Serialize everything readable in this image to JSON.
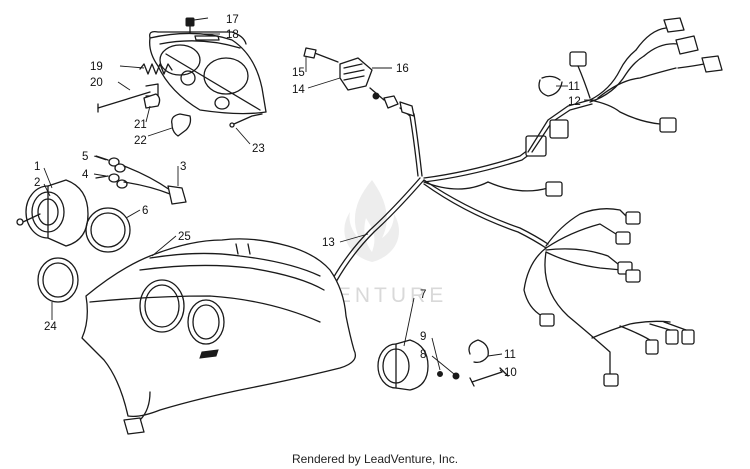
{
  "watermark": {
    "text": "LEADVENTURE",
    "logo_icon": "flame-logo-icon",
    "color": "#d9d9d9"
  },
  "footer": {
    "text": "Rendered by LeadVenture, Inc."
  },
  "callouts": [
    {
      "id": "c17",
      "label": "17"
    },
    {
      "id": "c18",
      "label": "18"
    },
    {
      "id": "c19",
      "label": "19"
    },
    {
      "id": "c20",
      "label": "20"
    },
    {
      "id": "c21",
      "label": "21"
    },
    {
      "id": "c22",
      "label": "22"
    },
    {
      "id": "c23",
      "label": "23"
    },
    {
      "id": "c15",
      "label": "15"
    },
    {
      "id": "c14",
      "label": "14"
    },
    {
      "id": "c16",
      "label": "16"
    },
    {
      "id": "c11a",
      "label": "11"
    },
    {
      "id": "c12",
      "label": "12"
    },
    {
      "id": "c1",
      "label": "1"
    },
    {
      "id": "c2",
      "label": "2"
    },
    {
      "id": "c5",
      "label": "5"
    },
    {
      "id": "c4",
      "label": "4"
    },
    {
      "id": "c3",
      "label": "3"
    },
    {
      "id": "c6",
      "label": "6"
    },
    {
      "id": "c25",
      "label": "25"
    },
    {
      "id": "c13",
      "label": "13"
    },
    {
      "id": "c24",
      "label": "24"
    },
    {
      "id": "c7",
      "label": "7"
    },
    {
      "id": "c9",
      "label": "9"
    },
    {
      "id": "c8",
      "label": "8"
    },
    {
      "id": "c11b",
      "label": "11"
    },
    {
      "id": "c10",
      "label": "10"
    }
  ]
}
